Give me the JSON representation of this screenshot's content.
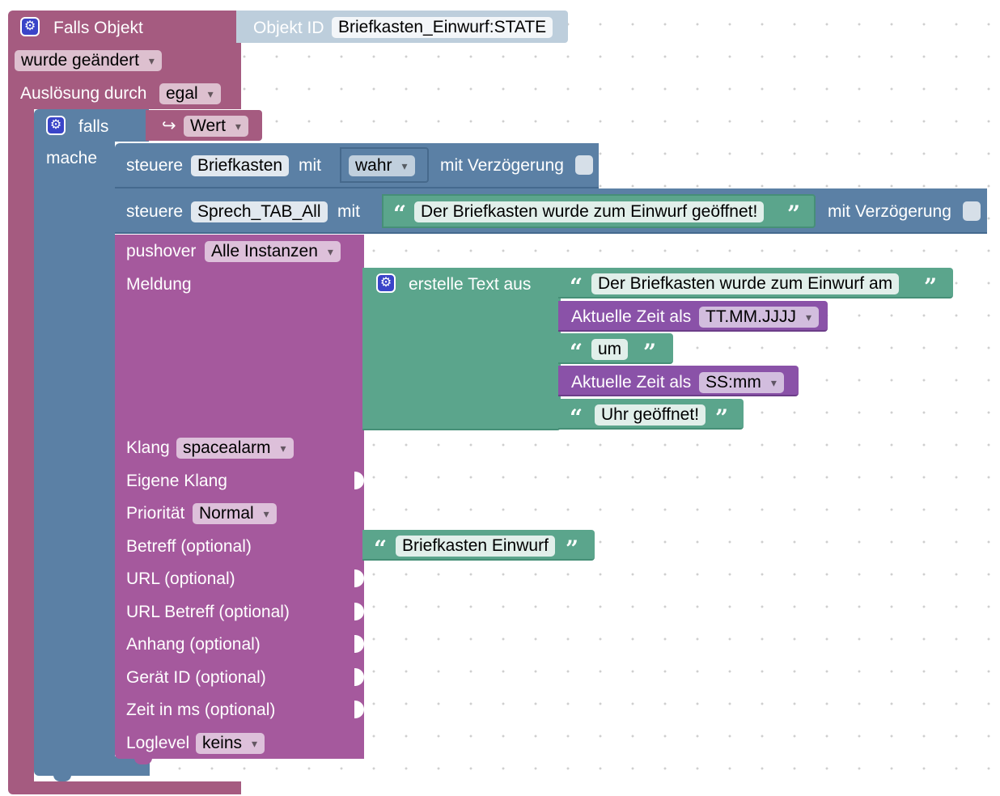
{
  "trigger": {
    "title": "Falls Objekt",
    "object_label": "Objekt ID",
    "object_id": "Briefkasten_Einwurf:STATE",
    "change_mode": "wurde geändert",
    "trigger_label": "Auslösung durch",
    "trigger_value": "egal"
  },
  "if_block": {
    "falls_label": "falls",
    "mache_label": "mache",
    "value_icon": "↪",
    "value": "Wert"
  },
  "control1": {
    "label": "steuere",
    "target": "Briefkasten",
    "mit": "mit",
    "value": "wahr",
    "delay_label": "mit Verzögerung"
  },
  "control2": {
    "label": "steuere",
    "target": "Sprech_TAB_All",
    "mit": "mit",
    "text": "Der Briefkasten wurde zum Einwurf geöffnet!",
    "delay_label": "mit Verzögerung"
  },
  "pushover": {
    "label": "pushover",
    "instance": "Alle Instanzen",
    "message_label": "Meldung",
    "sound_label": "Klang",
    "sound": "spacealarm",
    "custom_sound_label": "Eigene Klang",
    "priority_label": "Priorität",
    "priority": "Normal",
    "subject_label": "Betreff (optional)",
    "subject": "Briefkasten Einwurf",
    "url_label": "URL (optional)",
    "url_title_label": "URL Betreff (optional)",
    "attachment_label": "Anhang (optional)",
    "device_label": "Gerät ID (optional)",
    "time_label": "Zeit in ms (optional)",
    "loglevel_label": "Loglevel",
    "loglevel": "keins"
  },
  "text_join": {
    "label": "erstelle Text aus",
    "part1": "Der Briefkasten wurde zum Einwurf am",
    "time1_label": "Aktuelle Zeit als",
    "time1_format": "TT.MM.JJJJ",
    "part3": "um",
    "time2_label": "Aktuelle Zeit als",
    "time2_format": "SS:mm",
    "part5": "Uhr geöffnet!"
  },
  "icons": {
    "gear": "gear-icon",
    "quote_open": "“",
    "quote_close": "”"
  },
  "colors": {
    "trigger": "#a55b80",
    "logic": "#5b80a5",
    "pushover": "#a5599d",
    "text": "#5ba58c",
    "time": "#8a52a8"
  }
}
